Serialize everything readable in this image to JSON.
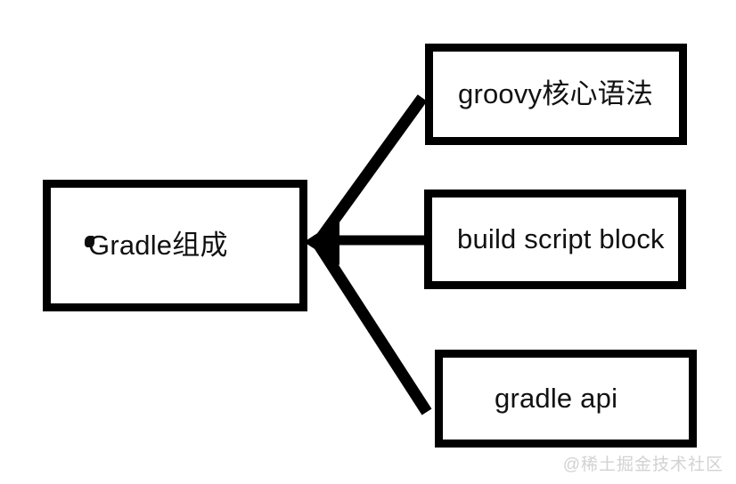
{
  "diagram": {
    "type": "flowchart",
    "background_color": "#ffffff",
    "stroke_color": "#000000",
    "text_color": "#111111",
    "nodes": [
      {
        "id": "root",
        "label": "Gradle组成",
        "role": "root-node"
      },
      {
        "id": "groovy",
        "label": "groovy核心语法",
        "role": "leaf-node"
      },
      {
        "id": "buildscript",
        "label": "build script block",
        "role": "leaf-node"
      },
      {
        "id": "gradleapi",
        "label": "gradle api",
        "role": "leaf-node"
      }
    ],
    "edges": [
      {
        "id": "edge-root-groovy",
        "from": "groovy",
        "to": "root",
        "style": "solid",
        "arrowhead": "root-end"
      },
      {
        "id": "edge-root-buildscript",
        "from": "buildscript",
        "to": "root",
        "style": "solid",
        "arrowhead": "root-end"
      },
      {
        "id": "edge-root-gradleapi",
        "from": "gradleapi",
        "to": "root",
        "style": "solid",
        "arrowhead": "root-end"
      }
    ]
  },
  "watermark": {
    "text": "@稀土掘金技术社区",
    "color": "#d2d2d2"
  }
}
